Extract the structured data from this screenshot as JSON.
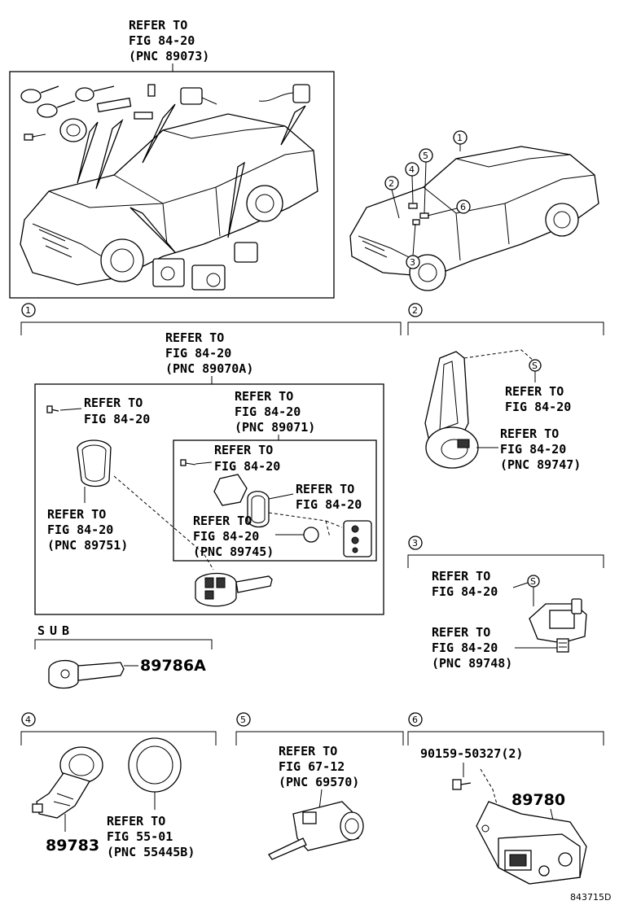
{
  "top_ref": {
    "l1": "REFER TO",
    "l2": "FIG 84-20",
    "l3": "(PNC 89073)"
  },
  "callouts": {
    "c1": "1",
    "c2": "2",
    "c3": "3",
    "c4": "4",
    "c5": "5",
    "c6": "6"
  },
  "sec1": {
    "num": "1",
    "main_ref": {
      "l1": "REFER TO",
      "l2": "FIG 84-20",
      "l3": "(PNC 89070A)"
    },
    "ref_screw": {
      "l1": "REFER TO",
      "l2": "FIG 84-20"
    },
    "ref_cover": {
      "l1": "REFER TO",
      "l2": "FIG 84-20",
      "l3": "(PNC 89751)"
    },
    "inner_ref": {
      "l1": "REFER TO",
      "l2": "FIG 84-20",
      "l3": "(PNC 89071)"
    },
    "ref_small_screw": {
      "l1": "REFER TO",
      "l2": "FIG 84-20"
    },
    "ref_ring": {
      "l1": "REFER TO",
      "l2": "FIG 84-20"
    },
    "ref_battery": {
      "l1": "REFER TO",
      "l2": "FIG 84-20",
      "l3": "(PNC 89745)"
    }
  },
  "sub": {
    "label": "SUB",
    "part": "89786A"
  },
  "sec2": {
    "num": "2",
    "ref1": {
      "l1": "REFER TO",
      "l2": "FIG 84-20"
    },
    "ref2": {
      "l1": "REFER TO",
      "l2": "FIG 84-20",
      "l3": "(PNC 89747)"
    }
  },
  "sec3": {
    "num": "3",
    "ref1": {
      "l1": "REFER TO",
      "l2": "FIG 84-20"
    },
    "ref2": {
      "l1": "REFER TO",
      "l2": "FIG 84-20",
      "l3": "(PNC 89748)"
    }
  },
  "sec4": {
    "num": "4",
    "part": "89783",
    "ref": {
      "l1": "REFER TO",
      "l2": "FIG 55-01",
      "l3": "(PNC 55445B)"
    }
  },
  "sec5": {
    "num": "5",
    "ref": {
      "l1": "REFER TO",
      "l2": "FIG 67-12",
      "l3": "(PNC 69570)"
    }
  },
  "sec6": {
    "num": "6",
    "bolt": "90159-50327(2)",
    "part": "89780"
  },
  "diagram_id": "843715D"
}
